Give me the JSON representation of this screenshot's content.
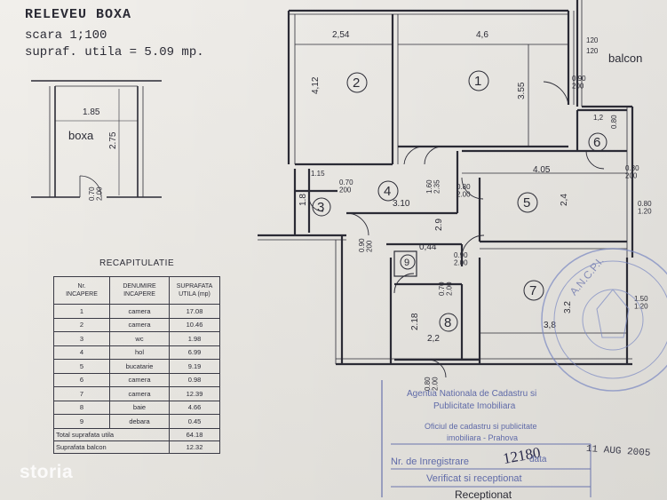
{
  "header": {
    "title": "RELEVEU BOXA",
    "scale": "scara 1;100",
    "usable_area": "supraf. utila   = 5.09 mp."
  },
  "boxa": {
    "width": "1.85",
    "label": "boxa",
    "depth": "2.75",
    "door": "0.70\n2.00"
  },
  "plan": {
    "dims": {
      "room2_w": "2,54",
      "room1_w": "4,6",
      "room2_h": "4,12",
      "room1_h": "3.55",
      "balcony_a": "120",
      "balcony_b": "120",
      "balcony_label": "balcon",
      "door_090_200": "0.90\n200",
      "room6_w": "1,2",
      "room6_h": "0.80",
      "door6": "0.80\n200",
      "room5_w": "4.05",
      "room5_h": "2,4",
      "window5": "0.80\n1.20",
      "hall_a": "1.15",
      "door_070": "0.70\n200",
      "hall_w": "3.10",
      "hall_h": "1.60\n2.35",
      "door_080": "0.80\n2.00",
      "wc_h": "1.8",
      "hall2_h": "2.9",
      "door_090_b": "0.90\n200",
      "hall2_val": "0,44",
      "door_090_c": "0.90\n2.00",
      "door_070_b": "0.70\n2.00",
      "room8_h": "2.18",
      "room8_w": "2,2",
      "room7_h": "3.2",
      "room7_w": "3,8",
      "window7": "1.50\n1.20",
      "door_bottom": "0.80\n2.00"
    },
    "rooms": [
      "1",
      "2",
      "3",
      "4",
      "5",
      "6",
      "7",
      "8",
      "9"
    ]
  },
  "recap": {
    "title": "RECAPITULATIE",
    "headers": [
      "Nr.\nINCAPERE",
      "DENUMIRE\nINCAPERE",
      "SUPRAFATA\nUTILA (mp)"
    ],
    "rows": [
      [
        "1",
        "camera",
        "17.08"
      ],
      [
        "2",
        "camera",
        "10.46"
      ],
      [
        "3",
        "wc",
        "1.98"
      ],
      [
        "4",
        "hol",
        "6.99"
      ],
      [
        "5",
        "bucatarie",
        "9.19"
      ],
      [
        "6",
        "camera",
        "0.98"
      ],
      [
        "7",
        "camera",
        "12.39"
      ],
      [
        "8",
        "baie",
        "4.66"
      ],
      [
        "9",
        "debara",
        "0.45"
      ]
    ],
    "total_usable_label": "Total suprafata utila",
    "total_usable_value": "64.18",
    "balcony_label": "Suprafata balcon",
    "balcony_value": "12.32"
  },
  "stamp": {
    "line1": "Agentia Nationala de Cadastru si",
    "line2": "Publicitate Imobiliara",
    "line3": "Oficiul de cadastru si publicitate",
    "line4": "imobiliara - Prahova",
    "reg_label": "Nr. de Inregistrare",
    "reg_number": "12180",
    "date_label": "data",
    "date_value": "11 AUG 2005",
    "verified": "Verificat si receptionat",
    "received": "Receptionat"
  },
  "seal": {
    "text": "A.N.C.P.I."
  },
  "watermark": "storia"
}
